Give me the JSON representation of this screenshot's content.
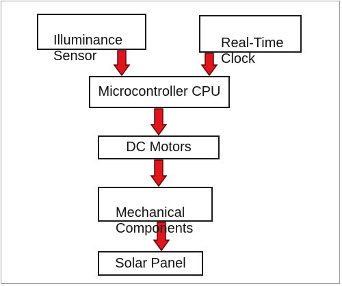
{
  "diagram": {
    "nodes": {
      "illuminance_sensor": "Illuminance\nSensor",
      "real_time_clock": "Real-Time\nClock",
      "microcontroller_cpu": "Microcontroller CPU",
      "dc_motors": "DC Motors",
      "mechanical_components": "Mechanical\nComponents",
      "solar_panel": "Solar Panel"
    },
    "edges": [
      {
        "from": "illuminance_sensor",
        "to": "microcontroller_cpu"
      },
      {
        "from": "real_time_clock",
        "to": "microcontroller_cpu"
      },
      {
        "from": "microcontroller_cpu",
        "to": "dc_motors"
      },
      {
        "from": "dc_motors",
        "to": "mechanical_components"
      },
      {
        "from": "mechanical_components",
        "to": "solar_panel"
      }
    ],
    "colors": {
      "arrow_fill": "#e0161c",
      "arrow_stroke": "#6a0000",
      "box_border": "#1a1a1a",
      "frame_border": "#9a9a9a"
    }
  }
}
